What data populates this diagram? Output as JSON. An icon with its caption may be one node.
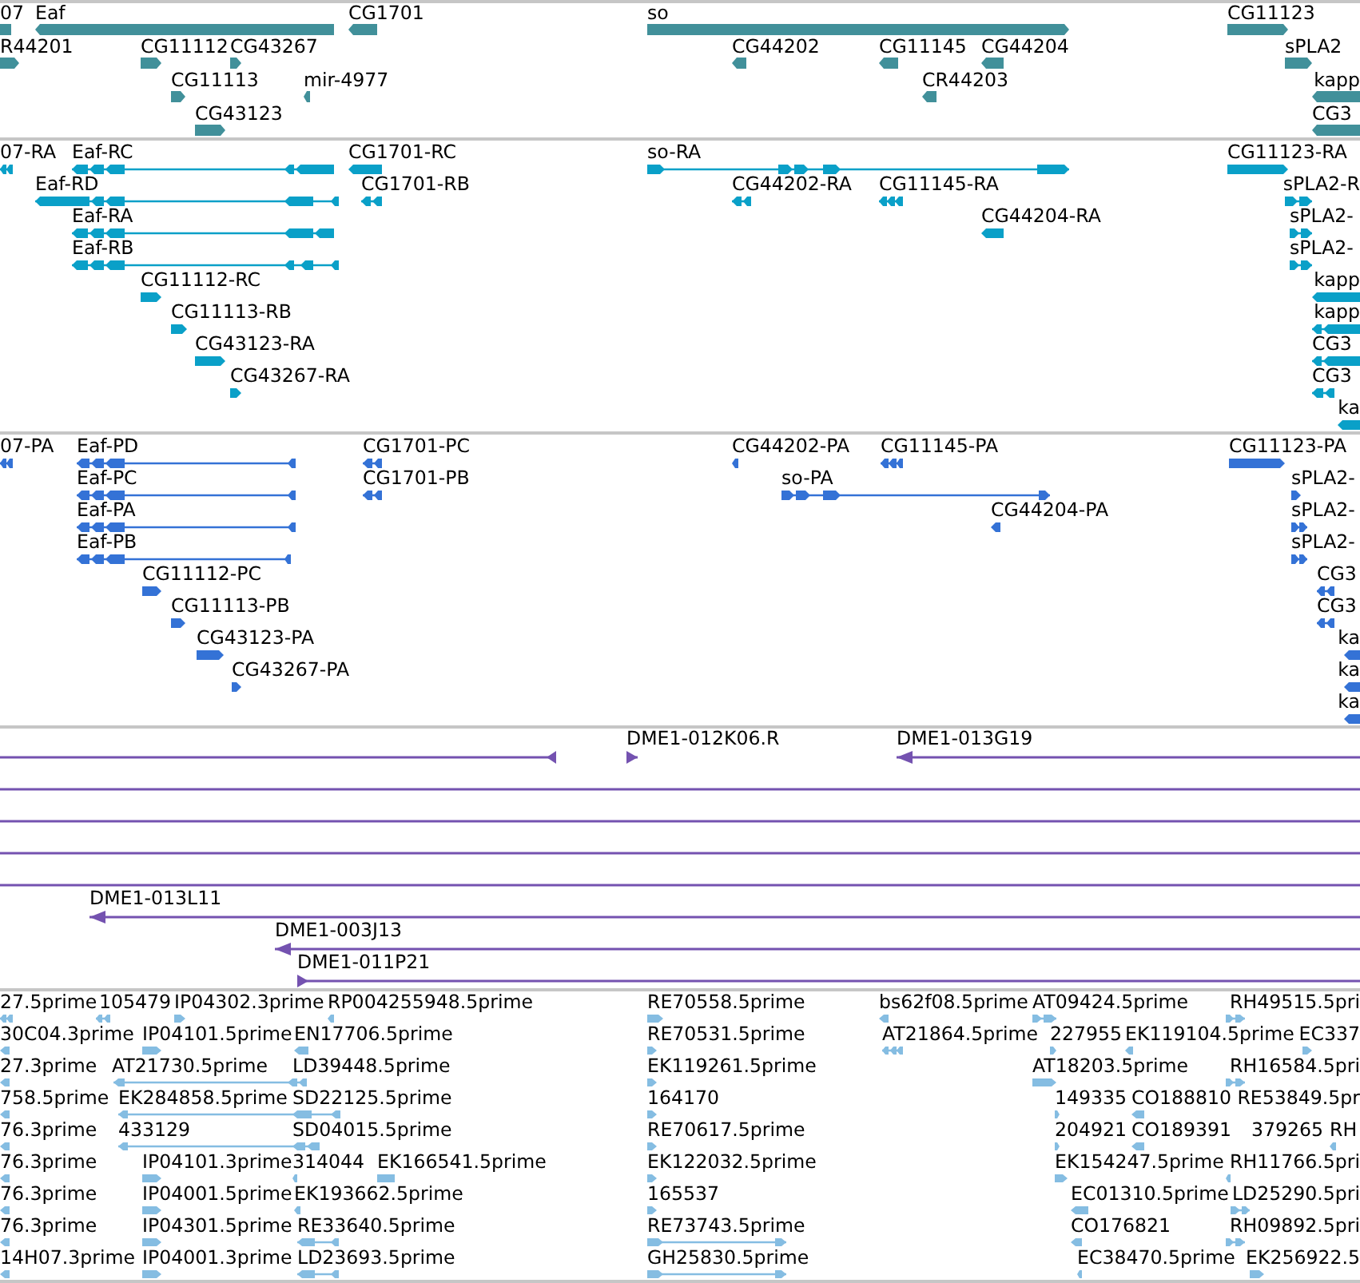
{
  "diagram": {
    "labels": [
      "07",
      "Eaf",
      "CG1701",
      "so",
      "CG11123",
      "R44201",
      "CG11112",
      "CG43267",
      "CG44202",
      "CG11145",
      "CG44204",
      "sPLA2",
      "CG11113",
      "mir-4977",
      "CR44203",
      "kapp",
      "CG43123",
      "CG3",
      "07-RA",
      "Eaf-RC",
      "CG1701-RC",
      "so-RA",
      "CG11123-RA",
      "Eaf-RD",
      "CG1701-RB",
      "CG44202-RA",
      "CG11145-RA",
      "sPLA2-R",
      "Eaf-RA",
      "CG44204-RA",
      "sPLA2-",
      "Eaf-RB",
      "sPLA2-",
      "CG11112-RC",
      "kapp",
      "CG11113-RB",
      "kapp",
      "CG43123-RA",
      "CG3",
      "CG43267-RA",
      "CG3",
      "ka",
      "07-PA",
      "Eaf-PD",
      "CG1701-PC",
      "CG44202-PA",
      "CG11145-PA",
      "CG11123-PA",
      "Eaf-PC",
      "CG1701-PB",
      "so-PA",
      "sPLA2-",
      "Eaf-PA",
      "CG44204-PA",
      "sPLA2-",
      "Eaf-PB",
      "sPLA2-",
      "CG11112-PC",
      "CG3",
      "CG11113-PB",
      "CG3",
      "CG43123-PA",
      "ka",
      "CG43267-PA",
      "ka",
      "ka",
      "DME1-012K06.R",
      "DME1-013G19",
      "DME1-013L11",
      "DME1-003J13",
      "DME1-011P21",
      "27.5prime",
      "105479",
      "IP04302.3prime",
      "RP004255948.5prime",
      "RE70558.5prime",
      "bs62f08.5prime",
      "AT09424.5prime",
      "RH49515.5pri",
      "30C04.3prime",
      "IP04101.5prime",
      "EN17706.5prime",
      "RE70531.5prime",
      "AT21864.5prime",
      "227955",
      "EK119104.5prime",
      "EC337",
      "27.3prime",
      "AT21730.5prime",
      "LD39448.5prime",
      "EK119261.5prime",
      "AT18203.5prime",
      "RH16584.5pri",
      "758.5prime",
      "EK284858.5prime",
      "SD22125.5prime",
      "164170",
      "149335",
      "CO188810",
      "RE53849.5pr",
      "76.3prime",
      "433129",
      "SD04015.5prime",
      "RE70617.5prime",
      "204921",
      "CO189391",
      "379265",
      "RH",
      "76.3prime",
      "IP04101.3prime",
      "314044",
      "EK166541.5prime",
      "EK122032.5prime",
      "EK154247.5prime",
      "RH11766.5pri",
      "76.3prime",
      "IP04001.5prime",
      "EK193662.5prime",
      "165537",
      "EC01310.5prime",
      "LD25290.5pri",
      "76.3prime",
      "IP04301.5prime",
      "RE33640.5prime",
      "RE73743.5prime",
      "CO176821",
      "RH09892.5pri",
      "14H07.3prime",
      "IP04001.3prime",
      "LD23693.5prime",
      "GH25830.5prime",
      "EC38470.5prime",
      "EK256922.5"
    ]
  }
}
